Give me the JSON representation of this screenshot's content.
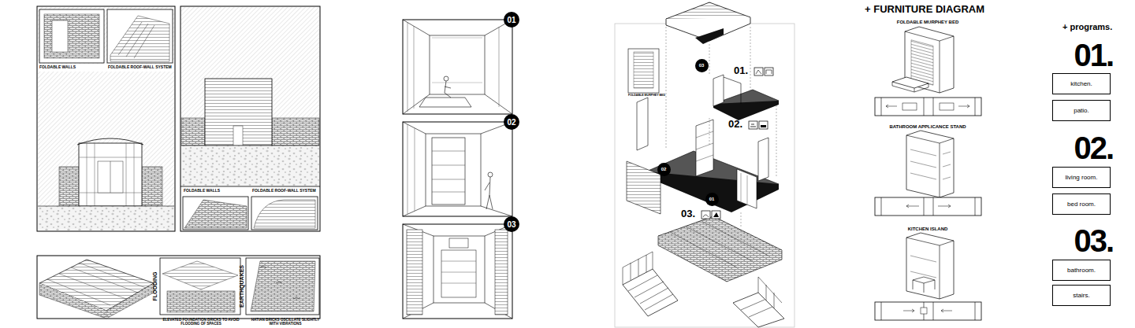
{
  "diagram": {
    "nodes": [
      {
        "text": [
          "01"
        ]
      },
      {
        "text": [
          "02"
        ]
      },
      {
        "text": [
          "03"
        ]
      },
      {
        "text": [
          "03"
        ]
      },
      {
        "text": [
          "02"
        ]
      },
      {
        "text": [
          "01"
        ]
      },
      {
        "text": [
          "kitchen."
        ]
      },
      {
        "text": [
          "patio."
        ]
      },
      {
        "text": [
          "living room."
        ]
      },
      {
        "text": [
          "bed room."
        ]
      },
      {
        "text": [
          "bathroom."
        ]
      },
      {
        "text": [
          "stairs."
        ]
      }
    ],
    "labels": [
      "FOLDABLE WALLS",
      "FOLDABLE ROOF-WALL SYSTEM",
      "FOLDABLE WALLS",
      "FOLDABLE ROOF-WALL SYSTEM",
      "FLOODING",
      "EARTHQUAKES",
      "ELEVATED FOUNDATION BRICKS TO AVOID FLOODING OF SPACES",
      "HATIAN BRICKS OSCILLATE SLIGHTLY WITH VIBRATIONS",
      "FOLDABLE MURPHEY BED",
      "01.",
      "02.",
      "03.",
      "+ FURNITURE DIAGRAM",
      "FOLDABLE MURPHEY BED",
      "BATHROOM APPLICANCE STAND",
      "KITCHEN ISLAND",
      "+ programs.",
      "01.",
      "02.",
      "03."
    ]
  }
}
